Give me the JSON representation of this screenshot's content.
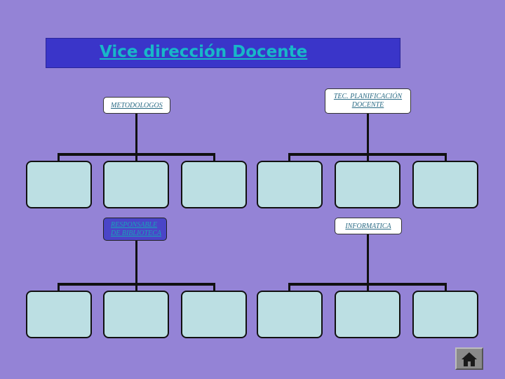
{
  "title": "Vice dirección Docente",
  "top_labels": {
    "metodologos": "METODOLOGOS",
    "tec_planificacion": "TEC. PLANIFICACIÓN DOCENTE"
  },
  "bottom_labels": {
    "responsable": "RESPONSABLE DE BIBLIOTECA",
    "informatica": "INFORMATICA"
  },
  "icons": {
    "home": "home-icon"
  },
  "colors": {
    "background": "#9483d6",
    "title_bar": "#3a35c9",
    "box_fill": "#bcdfe3"
  }
}
